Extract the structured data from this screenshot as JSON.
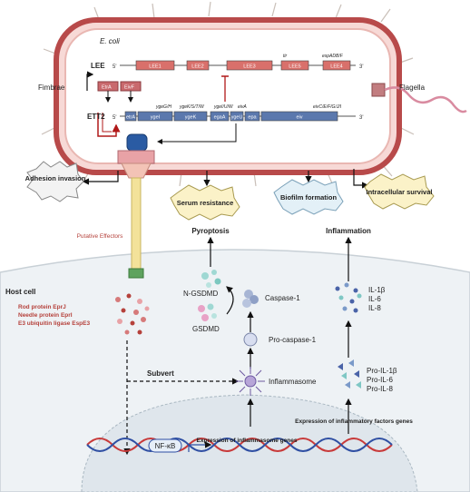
{
  "bacterium": {
    "name": "E. coli",
    "lee_label": "LEE",
    "ett2_label": "ETT2",
    "five_prime": "5'",
    "three_prime": "3'",
    "lee_genes": [
      "LEE1",
      "LEE2",
      "LEE3",
      "LEE5",
      "LEE4"
    ],
    "lee_gene_tags": [
      "tir",
      "espADB/F"
    ],
    "ett2_genes": [
      "etrA",
      "ygeI",
      "ygeK",
      "egaA",
      "ygeU",
      "epa",
      "eiv"
    ],
    "ett2_gene_tags": [
      "ygeG/H",
      "ygeK/S/T/W",
      "ygeI/U/W",
      "eivA",
      "eivC/E/F/G/J/I"
    ],
    "regulators": [
      "EtrA",
      "EivF"
    ],
    "fimbrae_label": "Fimbrae",
    "flagella_label": "Flagella"
  },
  "phenotypes": {
    "adhesion": "Adhesion invasion",
    "serum": "Serum resistance",
    "biofilm": "Biofilm formation",
    "intracellular": "Intracellular survival"
  },
  "effectors": {
    "label": "Putative Effectors",
    "list": [
      "Rod protein EprJ",
      "Needle protein EprI",
      "E3 ubiquitin ligase EspE3"
    ]
  },
  "host": {
    "label": "Host cell",
    "subvert": "Subvert",
    "nfkb": "NF-κB",
    "expr_inflammasome": "Expression of inflammasome genes",
    "expr_inflammatory": "Expression of inflammatory factors genes"
  },
  "pyroptosis": {
    "title": "Pyroptosis",
    "ngsdmd": "N-GSDMD",
    "gsdmd": "GSDMD",
    "caspase": "Caspase-1",
    "procaspase": "Pro-caspase-1",
    "inflammasome": "Inflammasome"
  },
  "inflammation": {
    "title": "Inflammation",
    "cytokines": [
      "IL-1β",
      "IL-6",
      "IL-8"
    ],
    "pro_cytokines": [
      "Pro-IL-1β",
      "Pro-IL-6",
      "Pro-IL-8"
    ]
  },
  "colors": {
    "cell_wall": "#b84a4a",
    "gene_red": "#d9706b",
    "gene_blue": "#5b78ad",
    "effector_red": "#b5413b",
    "needle": "#f3e29a"
  }
}
